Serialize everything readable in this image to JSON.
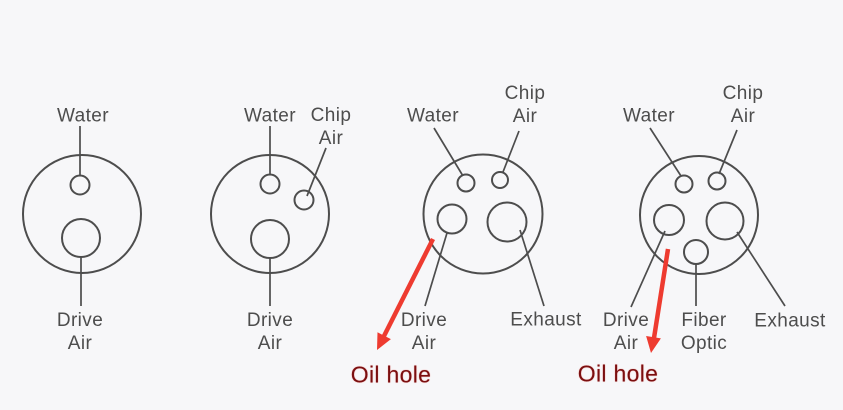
{
  "colors": {
    "background": "#f7f7f9",
    "line": "#4d4d4d",
    "label": "#4d4d4d",
    "arrow": "#ee3b30",
    "oil": "#7a0f10"
  },
  "diagrams": [
    {
      "name": "connector-end-view-2-hole",
      "labels": {
        "water": "Water",
        "drive_air": "Drive\nAir"
      }
    },
    {
      "name": "connector-end-view-3-hole",
      "labels": {
        "water": "Water",
        "chip_air": "Chip\nAir",
        "drive_air": "Drive\nAir"
      }
    },
    {
      "name": "connector-end-view-4-hole",
      "labels": {
        "water": "Water",
        "chip_air": "Chip\nAir",
        "drive_air": "Drive\nAir",
        "exhaust": "Exhaust"
      },
      "annotation": {
        "oil_hole": "Oil hole"
      }
    },
    {
      "name": "connector-end-view-5-hole",
      "labels": {
        "water": "Water",
        "chip_air": "Chip\nAir",
        "drive_air": "Drive\nAir",
        "fiber_optic": "Fiber\nOptic",
        "exhaust": "Exhaust"
      },
      "annotation": {
        "oil_hole": "Oil hole"
      }
    }
  ]
}
